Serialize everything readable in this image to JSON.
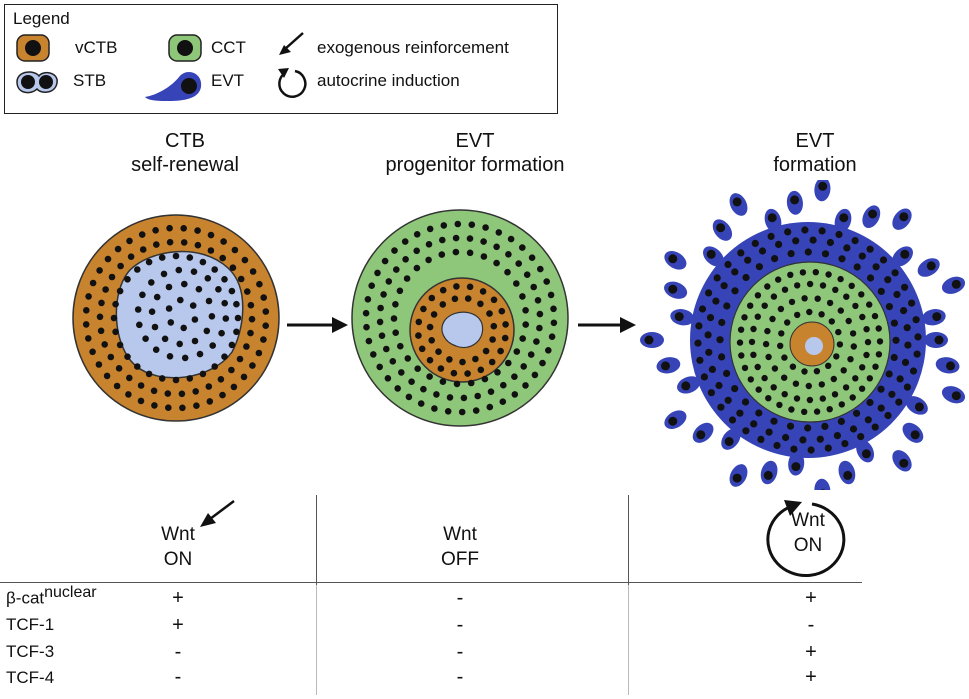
{
  "legend": {
    "title": "Legend",
    "items": {
      "vctb": "vCTB",
      "cct": "CCT",
      "stb": "STB",
      "evt": "EVT",
      "exogenous": "exogenous reinforcement",
      "autocrine": "autocrine induction"
    }
  },
  "stages": [
    {
      "line1": "CTB",
      "line2": "self-renewal"
    },
    {
      "line1": "EVT",
      "line2": "progenitor formation"
    },
    {
      "line1": "EVT",
      "line2": "formation"
    }
  ],
  "wnt": [
    {
      "label": "Wnt",
      "state": "ON"
    },
    {
      "label": "Wnt",
      "state": "OFF"
    },
    {
      "label": "Wnt",
      "state": "ON"
    }
  ],
  "table": {
    "rows": [
      {
        "label_main": "β-cat",
        "label_sup": "nuclear",
        "values": [
          "+",
          "-",
          "+"
        ]
      },
      {
        "label_main": "TCF-1",
        "label_sup": "",
        "values": [
          "+",
          "-",
          "-"
        ]
      },
      {
        "label_main": "TCF-3",
        "label_sup": "",
        "values": [
          "-",
          "-",
          "+"
        ]
      },
      {
        "label_main": "TCF-4",
        "label_sup": "",
        "values": [
          "-",
          "-",
          "+"
        ]
      }
    ]
  },
  "colors": {
    "vctb": "#c8832e",
    "cct": "#8fc77a",
    "stb": "#b8c8ec",
    "evt": "#3644b8",
    "nucleus": "#111111"
  }
}
